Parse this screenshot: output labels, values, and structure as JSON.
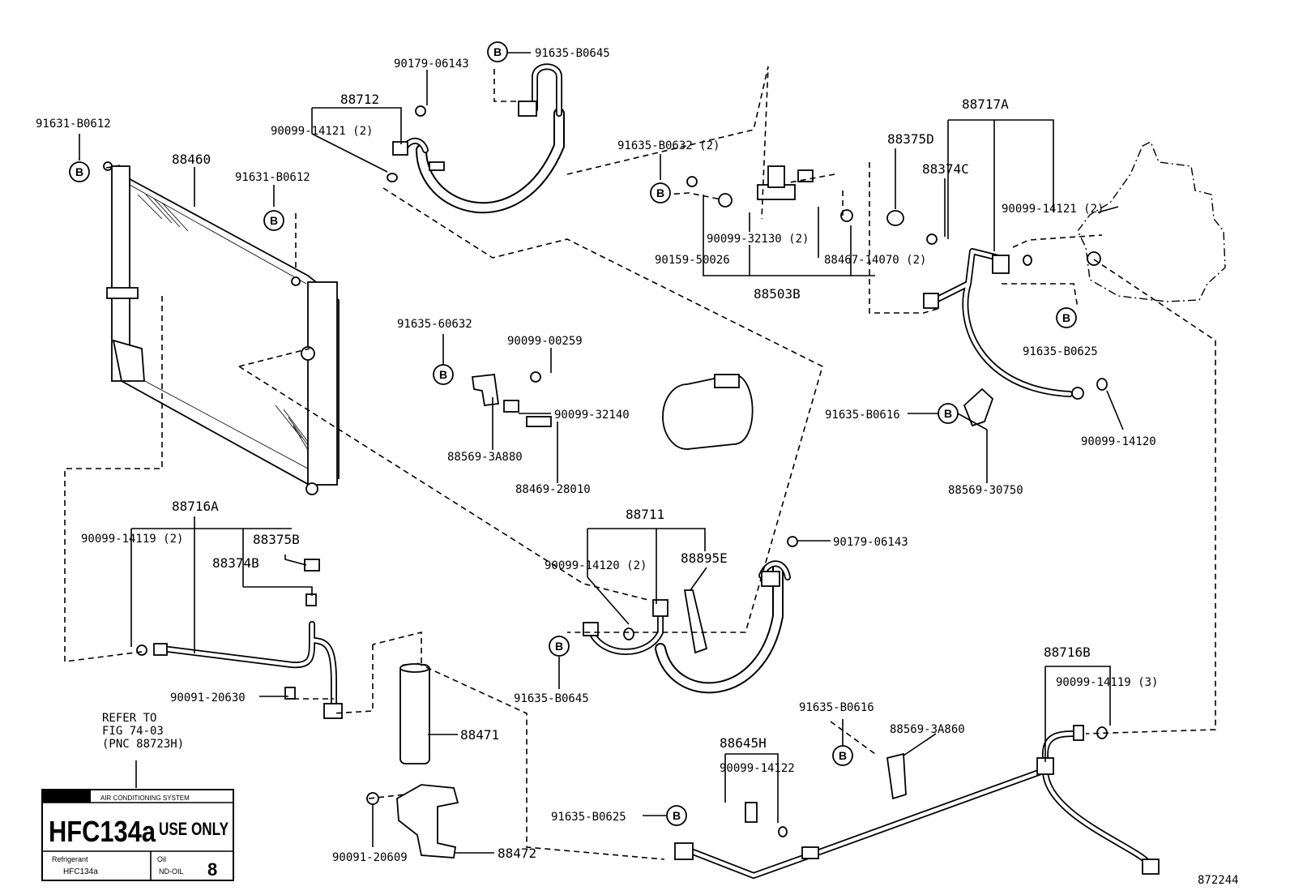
{
  "callout_symbol": "B",
  "labels": {
    "p91635_b0645_top": "91635-B0645",
    "p90179_06143_top": "90179-06143",
    "p88712": "88712",
    "p90099_14121_2_top": "90099-14121 (2)",
    "p91631_b0612_left": "91631-B0612",
    "p88460": "88460",
    "p91631_b0612_mid": "91631-B0612",
    "p91635_b0632_2": "91635-B0632 (2)",
    "p90099_32130_2": "90099-32130 (2)",
    "p90159_50026": "90159-50026",
    "p88467_14070_2": "88467-14070 (2)",
    "p88503b": "88503B",
    "p88717a": "88717A",
    "p88375d": "88375D",
    "p88374c": "88374C",
    "p90099_14121_2_right": "90099-14121 (2)",
    "p91635_b0625_right": "91635-B0625",
    "p90099_14120_right": "90099-14120",
    "p91635_b0616_right": "91635-B0616",
    "p88569_30750": "88569-30750",
    "p91635_60632": "91635-60632",
    "p90099_00259": "90099-00259",
    "p90099_32140": "90099-32140",
    "p88569_3a880": "88569-3A880",
    "p88469_28010": "88469-28010",
    "p88716a": "88716A",
    "p90099_14119_2": "90099-14119 (2)",
    "p88375b": "88375B",
    "p88374b": "88374B",
    "p90091_20630": "90091-20630",
    "p88711": "88711",
    "p90099_14120_2": "90099-14120 (2)",
    "p88895e": "88895E",
    "p90179_06143_mid": "90179-06143",
    "p91635_b0645_mid": "91635-B0645",
    "p88471": "88471",
    "p88472": "88472",
    "p90091_20609": "90091-20609",
    "p88716b": "88716B",
    "p90099_14119_3": "90099-14119 (3)",
    "p91635_b0616_bottom": "91635-B0616",
    "p88569_3a860": "88569-3A860",
    "p88645h": "88645H",
    "p90099_14122": "90099-14122",
    "p91635_b0625_bottom": "91635-B0625"
  },
  "reference_note": {
    "line1": "REFER TO",
    "line2": "FIG 74-03",
    "line3": "(PNC 88723H)"
  },
  "refrigerant_label": {
    "header": "AIR CONDITIONING SYSTEM",
    "main_hfc": "HFC134a",
    "main_use": "USE ONLY",
    "refrigerant_caption": "Refrigerant",
    "refrigerant_value": "HFC134a",
    "oil_caption": "Oil",
    "oil_value": "ND-OIL",
    "oil_number": "8"
  },
  "figure_number": "872244"
}
